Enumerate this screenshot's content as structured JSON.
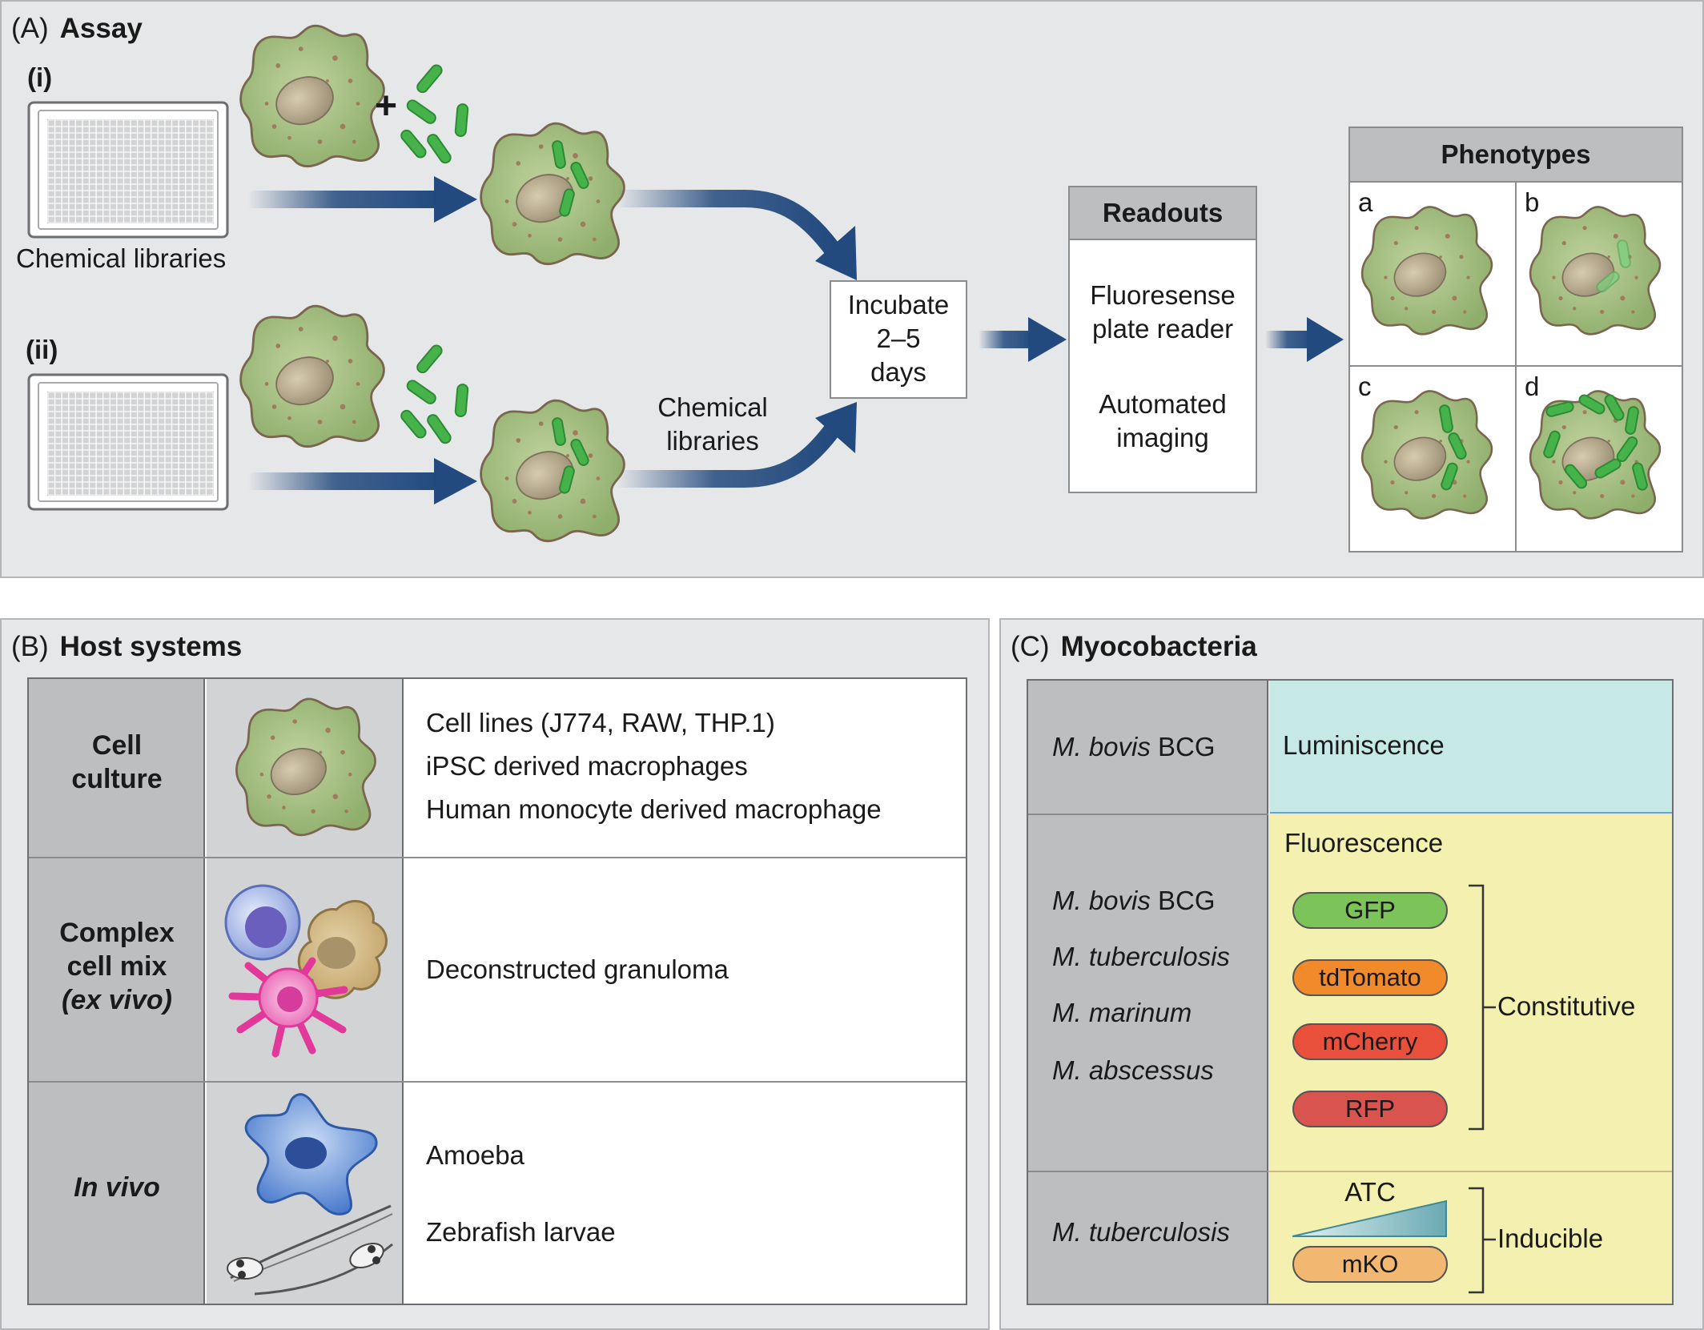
{
  "panelA": {
    "letter": "(A)",
    "title": "Assay",
    "row1_label": "(i)",
    "row2_label": "(ii)",
    "plus": "+",
    "chemical_libraries_1": "Chemical libraries",
    "chemical_libraries_2": [
      "Chemical",
      "libraries"
    ],
    "incubate": [
      "Incubate",
      "2–5",
      "days"
    ],
    "readouts": {
      "title": "Readouts",
      "item1": [
        "Fluoresense",
        "plate reader"
      ],
      "item2": [
        "Automated",
        "imaging"
      ]
    },
    "phenotypes": {
      "title": "Phenotypes",
      "labels": [
        "a",
        "b",
        "c",
        "d"
      ]
    }
  },
  "panelB": {
    "letter": "(B)",
    "title": "Host systems",
    "rows": [
      {
        "header": [
          "Cell",
          "culture"
        ],
        "items": [
          "Cell lines (J774, RAW, THP.1)",
          "iPSC derived macrophages",
          "Human monocyte derived macrophage"
        ]
      },
      {
        "header": [
          "Complex",
          "cell mix",
          "(ex vivo)"
        ],
        "items": [
          "Deconstructed granuloma"
        ]
      },
      {
        "header": [
          "In vivo"
        ],
        "items": [
          "Amoeba",
          "Zebrafish larvae"
        ]
      }
    ]
  },
  "panelC": {
    "letter": "(C)",
    "title": "Myocobacteria",
    "row1": {
      "species": [
        {
          "genus": "M. bovis",
          "suffix": " BCG"
        }
      ],
      "readout": "Luminiscence"
    },
    "row2": {
      "species": [
        {
          "genus": "M. bovis",
          "suffix": " BCG"
        },
        {
          "genus": "M. tuberculosis",
          "suffix": ""
        },
        {
          "genus": "M. marinum",
          "suffix": ""
        },
        {
          "genus": "M. abscessus",
          "suffix": ""
        }
      ],
      "readout": "Fluorescence",
      "reporters": [
        {
          "label": "GFP",
          "color": "#7cc35a"
        },
        {
          "label": "tdTomato",
          "color": "#f08a2a"
        },
        {
          "label": "mCherry",
          "color": "#e9503c"
        },
        {
          "label": "RFP",
          "color": "#d9534f"
        }
      ],
      "bracket_label": "Constitutive"
    },
    "row3": {
      "species": [
        {
          "genus": "M. tuberculosis",
          "suffix": ""
        }
      ],
      "inducer": "ATC",
      "reporter": {
        "label": "mKO",
        "color": "#f2b872"
      },
      "bracket_label": "Inducible"
    }
  },
  "colors": {
    "arrow": "#234a7e",
    "cell_body": "#a4bf82",
    "cell_edge": "#7a6650",
    "nucleus": "#b3a58a",
    "bacteria": "#45b34a",
    "panel_bg": "#e6e7e8"
  }
}
